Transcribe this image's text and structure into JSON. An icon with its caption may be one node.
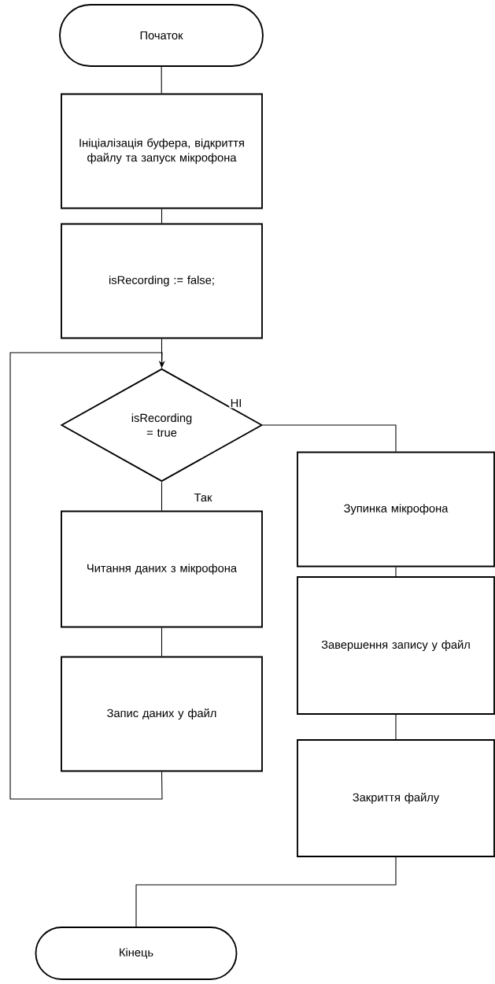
{
  "diagram": {
    "nodes": [
      {
        "text": [
          "Початок"
        ]
      },
      {
        "text": [
          "Ініціалізація буфера, відкриття файлу та запуск мікрофона"
        ]
      },
      {
        "text": [
          "isRecording := false;"
        ]
      },
      {
        "text": [
          "isRecording = true"
        ]
      },
      {
        "text": [
          "Читання даних з мікрофона"
        ]
      },
      {
        "text": [
          "Запис даних у файл"
        ]
      },
      {
        "text": [
          "Зупинка мікрофона"
        ]
      },
      {
        "text": [
          "Завершення запису у файл"
        ]
      },
      {
        "text": [
          "Закриття файлу"
        ]
      },
      {
        "text": [
          "Кінець"
        ]
      }
    ],
    "edges": [
      {
        "from": 0,
        "to": 1,
        "arrow": "none"
      },
      {
        "from": 1,
        "to": 2,
        "arrow": "none"
      },
      {
        "from": 2,
        "to": 3,
        "arrow": "none"
      },
      {
        "from": 3,
        "to": 4,
        "arrow": "none",
        "label": "Так"
      },
      {
        "from": 4,
        "to": 5,
        "arrow": "none"
      },
      {
        "from": 5,
        "to": 3,
        "arrow": "to"
      },
      {
        "from": 3,
        "to": 6,
        "arrow": "none",
        "label": "НІ"
      },
      {
        "from": 6,
        "to": 7,
        "arrow": "none"
      },
      {
        "from": 7,
        "to": 8,
        "arrow": "none"
      },
      {
        "from": 8,
        "to": 9,
        "arrow": "none"
      }
    ]
  }
}
